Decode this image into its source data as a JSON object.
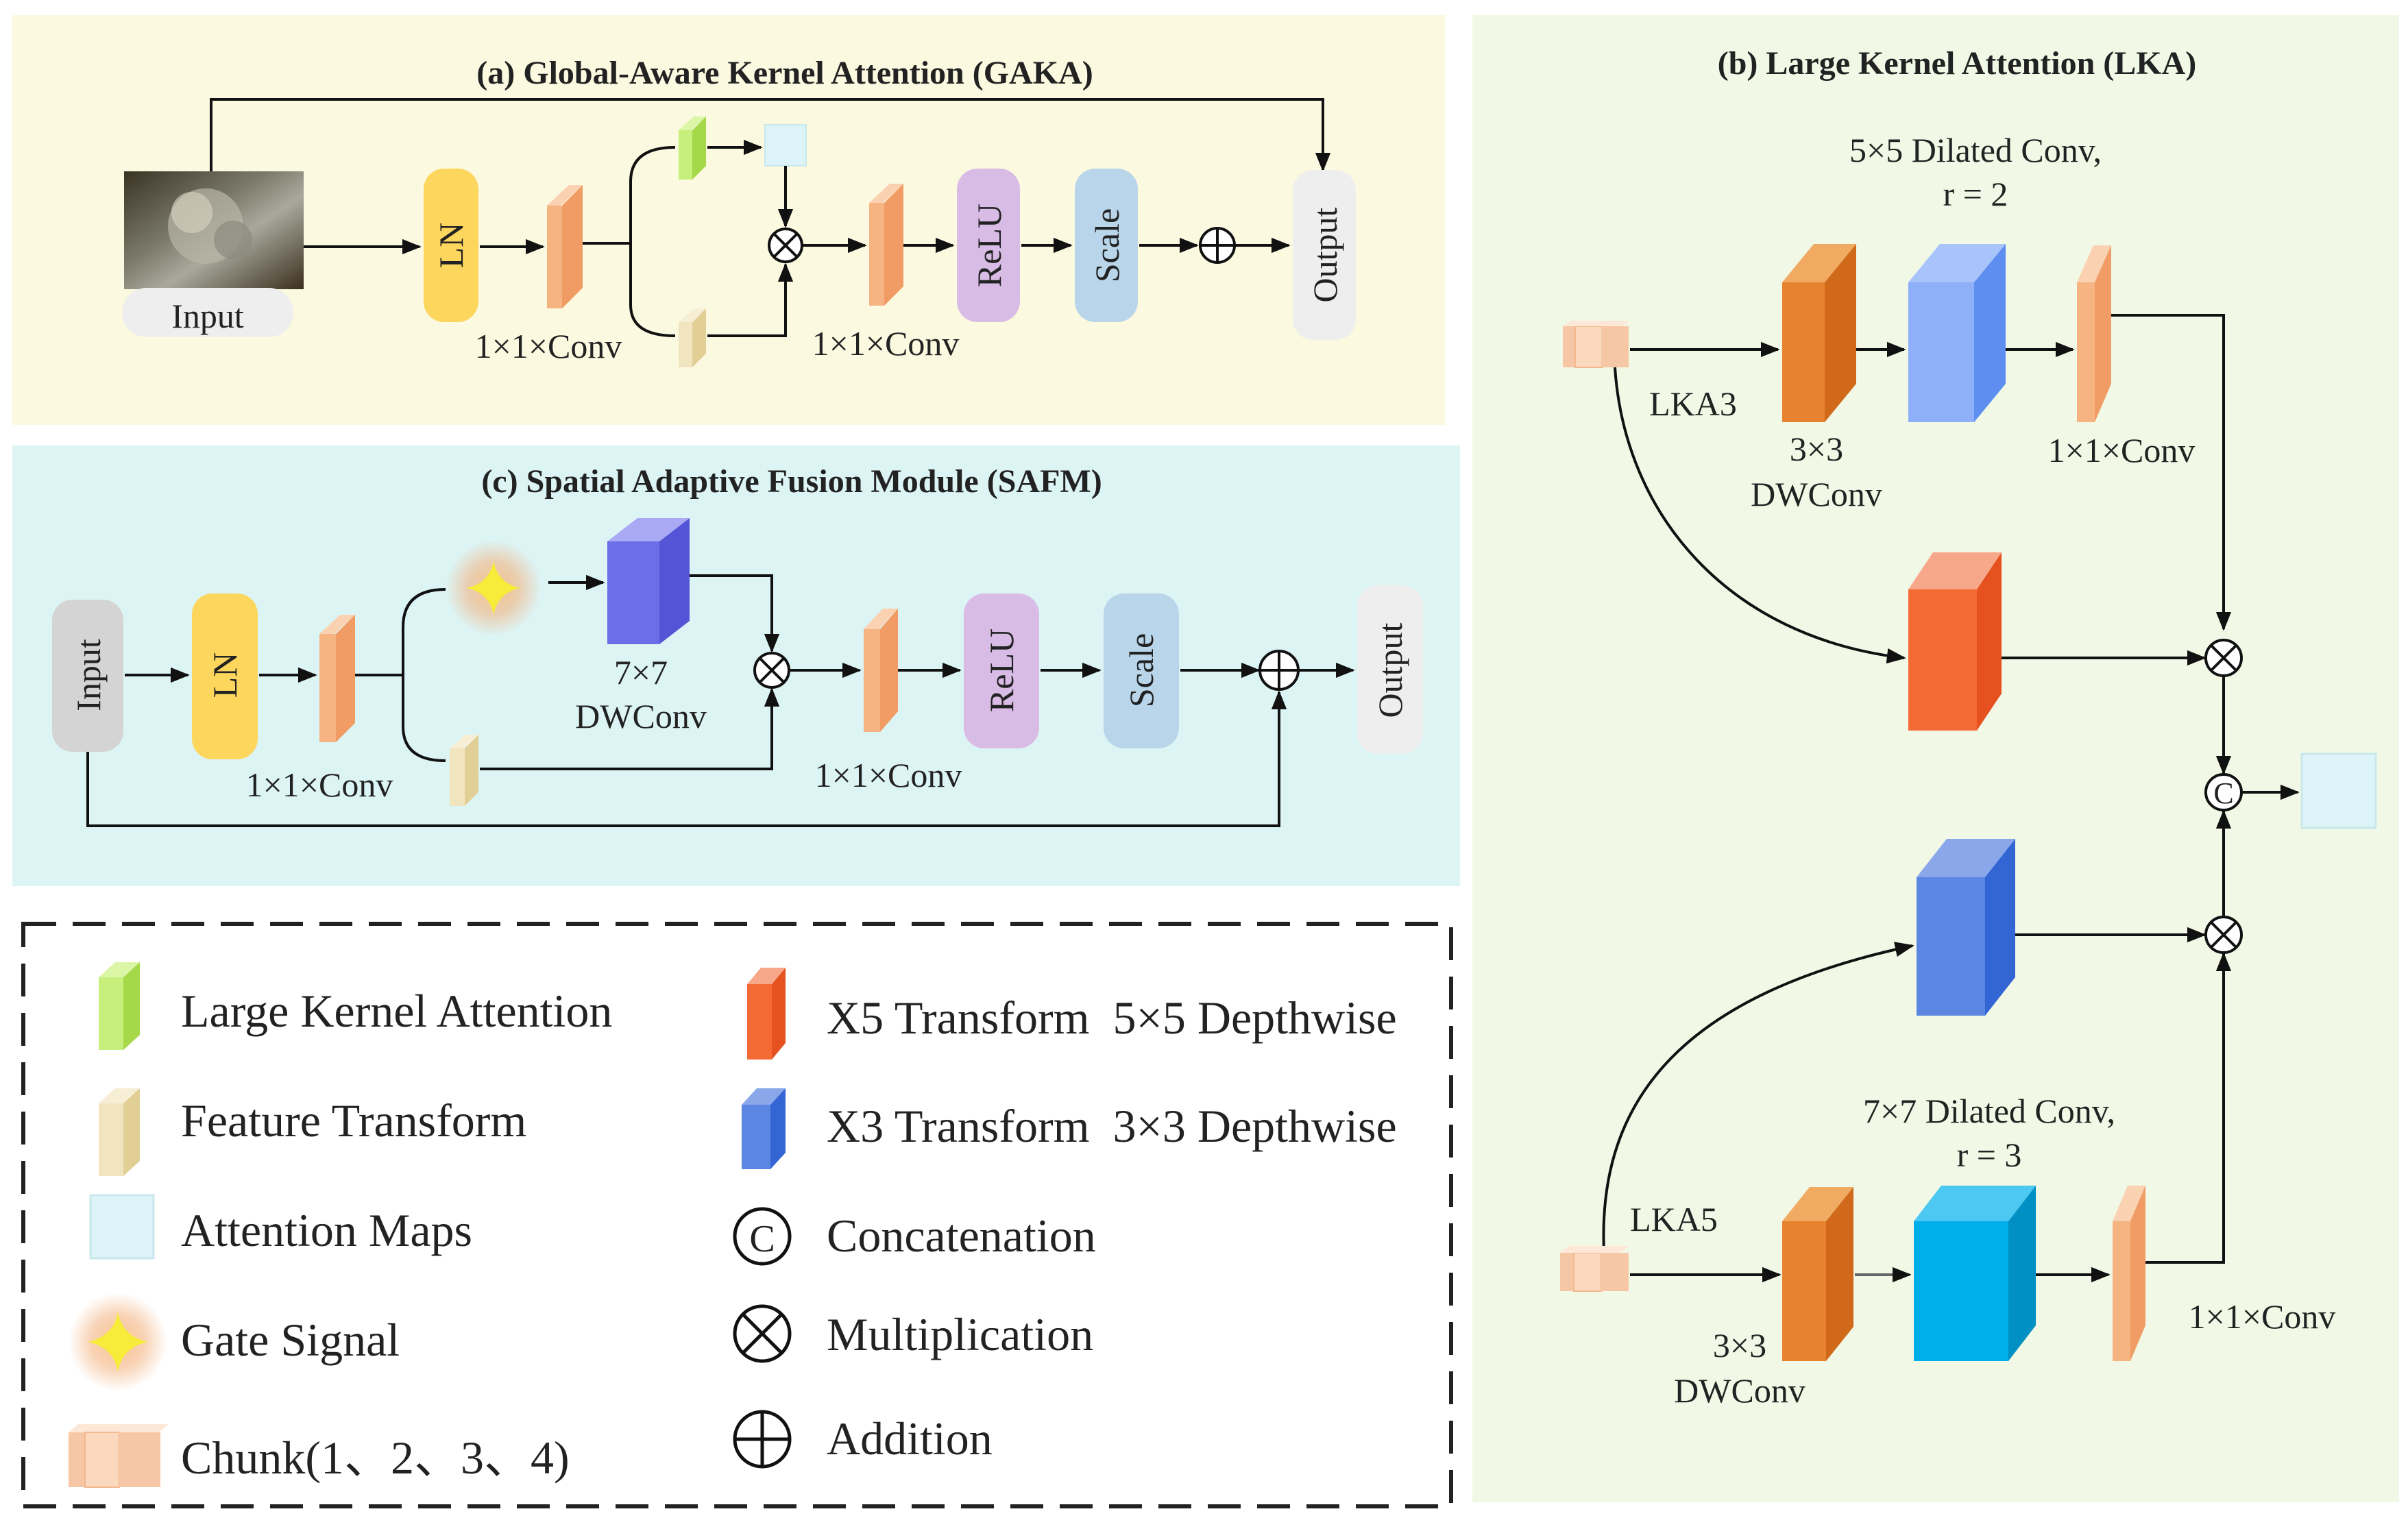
{
  "panels": {
    "gaka": {
      "title": "(a) Global-Aware Kernel Attention (GAKA)",
      "input_label": "Input",
      "ln": "LN",
      "conv1": "1×1×Conv",
      "conv2": "1×1×Conv",
      "relu": "ReLU",
      "scale": "Scale",
      "output": "Output"
    },
    "lka": {
      "title": "(b) Large Kernel Attention (LKA)",
      "dil5_line1": "5×5 Dilated Conv,",
      "dil5_line2": "r = 2",
      "lka3": "LKA3",
      "dw3_top_line1": "3×3",
      "dw3_top_line2": "DWConv",
      "conv_top": "1×1×Conv",
      "dil7_line1": "7×7 Dilated Conv,",
      "dil7_line2": "r = 3",
      "lka5": "LKA5",
      "dw3_bot_line1": "3×3",
      "dw3_bot_line2": "DWConv",
      "conv_bot": "1×1×Conv",
      "concat_symbol": "C"
    },
    "safm": {
      "title": "(c) Spatial Adaptive Fusion Module (SAFM)",
      "input": "Input",
      "ln": "LN",
      "conv1": "1×1×Conv",
      "dw7_line1": "7×7",
      "dw7_line2": "DWConv",
      "conv2": "1×1×Conv",
      "relu": "ReLU",
      "scale": "Scale",
      "output": "Output"
    }
  },
  "legend": {
    "items": [
      {
        "icon": "large-kernel-attention-icon",
        "label": "Large Kernel Attention"
      },
      {
        "icon": "feature-transform-icon",
        "label": "Feature Transform"
      },
      {
        "icon": "attention-maps-icon",
        "label": "Attention Maps"
      },
      {
        "icon": "gate-signal-icon",
        "label": "Gate Signal"
      },
      {
        "icon": "chunk-icon",
        "label": "Chunk(1、2、3、4)"
      },
      {
        "icon": "x5-transform-icon",
        "label": "X5 Transform  5×5 Depthwise"
      },
      {
        "icon": "x3-transform-icon",
        "label": "X3 Transform  3×3 Depthwise"
      },
      {
        "icon": "concatenation-icon",
        "label": "Concatenation"
      },
      {
        "icon": "multiplication-icon",
        "label": "Multiplication"
      },
      {
        "icon": "addition-icon",
        "label": "Addition"
      }
    ]
  },
  "colors": {
    "gaka_bg": "#fbf9e0",
    "safm_bg": "#ddf4f5",
    "lka_bg": "#f1f9e6",
    "ln": "#fdd65d",
    "relu": "#d9bce6",
    "scale": "#b8d5ea",
    "output": "#eeeeee",
    "conv": "#f6b483",
    "lka_green": "#c6ef7c",
    "feature": "#f1e5c0",
    "attn_map": "#dcf4f8",
    "x5": "#f46a35",
    "x3": "#4f7ddc",
    "dwconv": "#e7832e",
    "dilated5": "#6b9bf4",
    "dilated7": "#00aee9",
    "dw7_safm": "#6c6ee8"
  }
}
